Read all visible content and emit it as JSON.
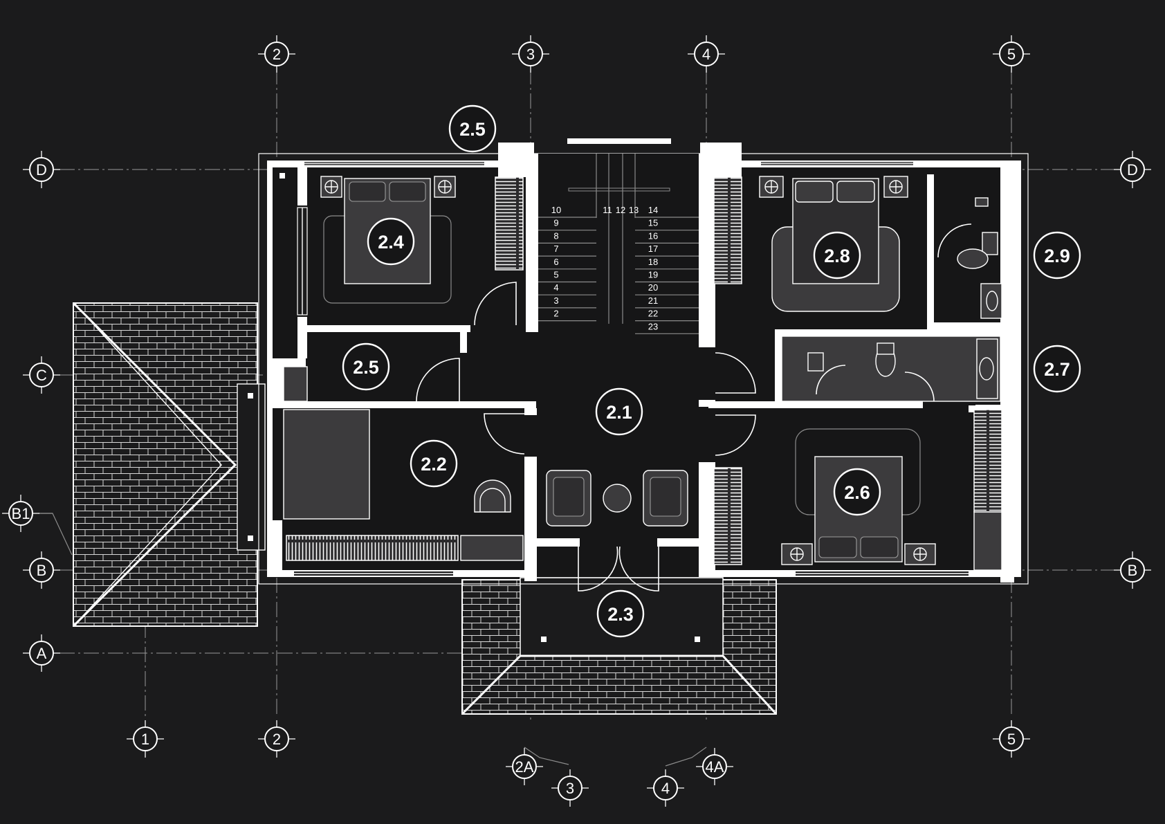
{
  "grid": {
    "columns_top": [
      "2",
      "3",
      "4",
      "5"
    ],
    "columns_bottom": [
      "1",
      "2",
      "2A",
      "3",
      "4",
      "4A",
      "5"
    ],
    "rows_left": [
      "D",
      "C",
      "B1",
      "B",
      "A"
    ],
    "rows_right": [
      "D",
      "B"
    ]
  },
  "rooms": [
    {
      "id": "r-2-1",
      "label": "2.1"
    },
    {
      "id": "r-2-2",
      "label": "2.2"
    },
    {
      "id": "r-2-3",
      "label": "2.3"
    },
    {
      "id": "r-2-4",
      "label": "2.4"
    },
    {
      "id": "r-2-5a",
      "label": "2.5"
    },
    {
      "id": "r-2-5b",
      "label": "2.5"
    },
    {
      "id": "r-2-6",
      "label": "2.6"
    },
    {
      "id": "r-2-7",
      "label": "2.7"
    },
    {
      "id": "r-2-8",
      "label": "2.8"
    },
    {
      "id": "r-2-9",
      "label": "2.9"
    }
  ],
  "stairs": {
    "left_flight": [
      "10",
      "9",
      "8",
      "7",
      "6",
      "5",
      "4",
      "3",
      "2"
    ],
    "landing": [
      "11",
      "12",
      "13"
    ],
    "right_flight": [
      "14",
      "15",
      "16",
      "17",
      "18",
      "19",
      "20",
      "21",
      "22",
      "23"
    ]
  },
  "colors": {
    "background": "#1b1b1c",
    "wall": "#ffffff",
    "furniture": "#3c3b3d",
    "grid_line": "#9a9a9a"
  }
}
